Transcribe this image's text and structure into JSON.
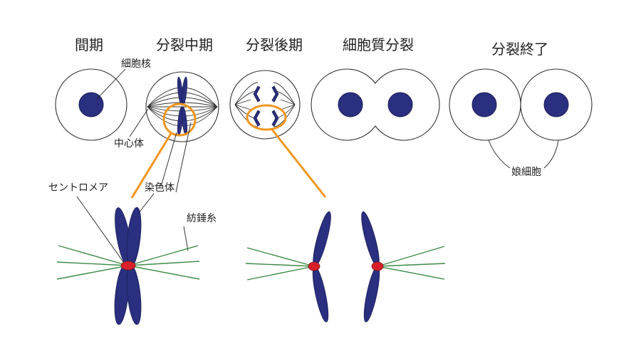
{
  "titles": {
    "interphase": "間期",
    "metaphase": "分裂中期",
    "anaphase": "分裂後期",
    "cytokinesis": "細胞質分裂",
    "telophase_end": "分裂終了"
  },
  "labels": {
    "nucleus": "細胞核",
    "centrosome": "中心体",
    "centromere": "セントロメア",
    "chromosome": "染色体",
    "spindle_fiber": "紡錘糸",
    "daughter_cells": "娘細胞"
  },
  "colors": {
    "chromosome": "#2b2f7f",
    "centromere": "#d9202a",
    "spindle": "#3d8a47",
    "highlight": "#f0961e"
  }
}
